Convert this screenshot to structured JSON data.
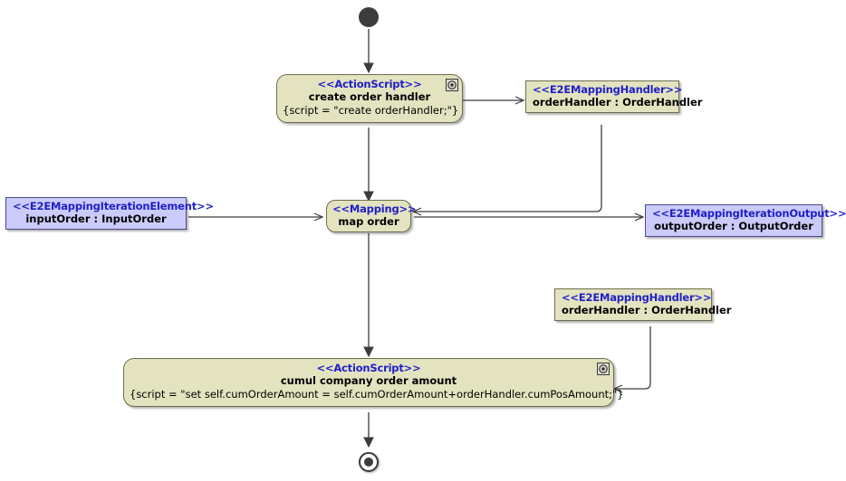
{
  "diagram": {
    "type": "uml-activity-diagram",
    "background": "#FFFFFF",
    "colors": {
      "action_fill": "#E3E3C0",
      "action_border": "#6E6E4E",
      "object_fill_lavender": "#CBCBFA",
      "object_border_lavender": "#4A4A8A",
      "stereotype_text": "#2020C8",
      "edge": "#3C3C3C",
      "node_marker": "#3C3C3C"
    }
  },
  "nodes": {
    "initial": {
      "name": "initial-node"
    },
    "create_order_handler": {
      "stereotype": "<<ActionScript>>",
      "name": "create order handler",
      "body": "{script = \"create orderHandler;\"}",
      "badge": "gear-icon"
    },
    "order_handler_top": {
      "stereotype": "<<E2EMappingHandler>>",
      "name": "orderHandler : OrderHandler"
    },
    "map_order": {
      "stereotype": "<<Mapping>>",
      "name": "map order"
    },
    "input_order": {
      "stereotype": "<<E2EMappingIterationElement>>",
      "name": "inputOrder : InputOrder"
    },
    "output_order": {
      "stereotype": "<<E2EMappingIterationOutput>>",
      "name": "outputOrder : OutputOrder"
    },
    "order_handler_bottom": {
      "stereotype": "<<E2EMappingHandler>>",
      "name": "orderHandler : OrderHandler"
    },
    "cumul_company_order_amount": {
      "stereotype": "<<ActionScript>>",
      "name": "cumul company order amount",
      "body": "{script = \"set self.cumOrderAmount = self.cumOrderAmount+orderHandler.cumPosAmount;\"}",
      "badge": "gear-icon"
    },
    "final": {
      "name": "final-node"
    }
  },
  "edges": [
    {
      "from": "initial",
      "to": "create_order_handler",
      "style": "solid-arrow"
    },
    {
      "from": "create_order_handler",
      "to": "order_handler_top",
      "style": "solid-arrow"
    },
    {
      "from": "create_order_handler",
      "to": "map_order",
      "style": "solid-arrow"
    },
    {
      "from": "order_handler_top",
      "to": "map_order",
      "style": "solid-arrow"
    },
    {
      "from": "input_order",
      "to": "map_order",
      "style": "solid-arrow"
    },
    {
      "from": "map_order",
      "to": "output_order",
      "style": "solid-arrow"
    },
    {
      "from": "map_order",
      "to": "cumul_company_order_amount",
      "style": "solid-arrow"
    },
    {
      "from": "order_handler_bottom",
      "to": "cumul_company_order_amount",
      "style": "solid-arrow"
    },
    {
      "from": "cumul_company_order_amount",
      "to": "final",
      "style": "solid-arrow"
    }
  ]
}
